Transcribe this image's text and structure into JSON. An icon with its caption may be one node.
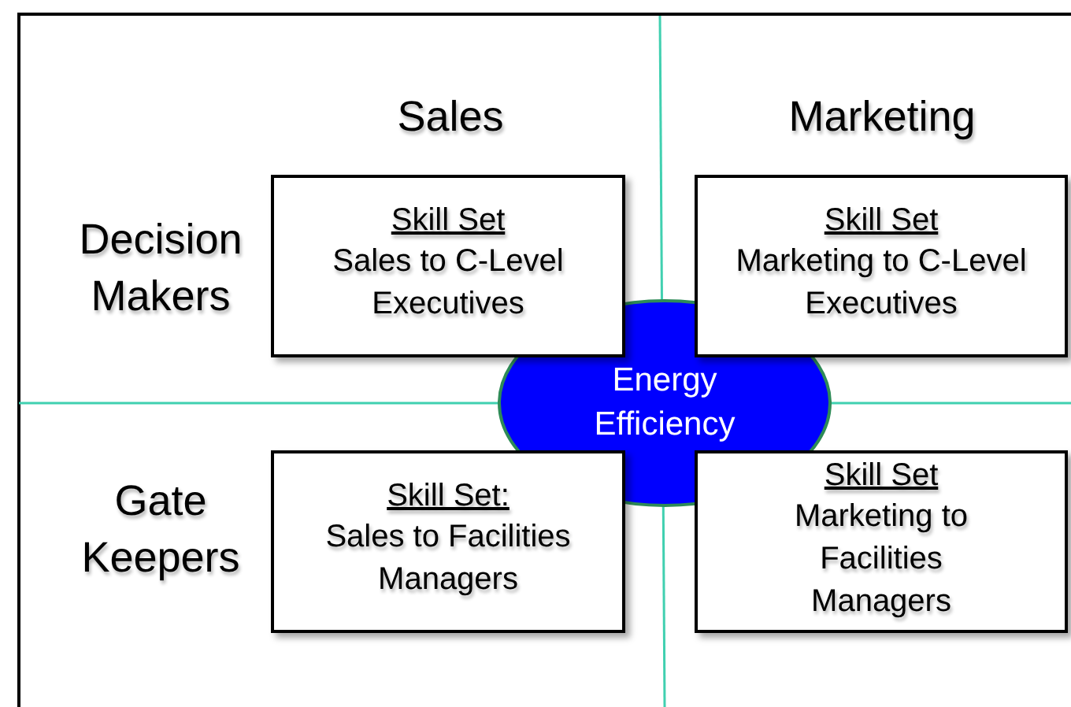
{
  "diagram": {
    "nodes": [
      {
        "text": [
          "Skill Set",
          "Sales to C-Level Executives"
        ]
      },
      {
        "text": [
          "Skill Set",
          "Marketing to C-Level Executives"
        ]
      },
      {
        "text": [
          "Energy Efficiency"
        ]
      },
      {
        "text": [
          "Skill Set:",
          "Sales to Facilities Managers"
        ]
      },
      {
        "text": [
          "Skill Set",
          "Marketing to Facilities Managers"
        ]
      }
    ],
    "labels": [
      "Sales",
      "Marketing",
      "Decision Makers",
      "Gate Keepers"
    ]
  }
}
